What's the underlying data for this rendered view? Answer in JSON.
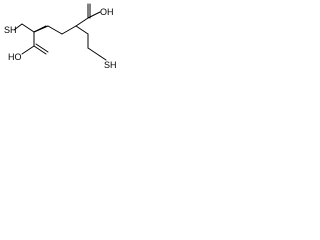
{
  "molecule": {
    "atoms": {
      "sh_left": "SH",
      "oh_top_right": "OH",
      "oh_bottom_left": "HO",
      "sh_bottom_right": "SH"
    }
  },
  "colors": {
    "bond": "#000000",
    "label": "#000000",
    "background": "#ffffff"
  }
}
